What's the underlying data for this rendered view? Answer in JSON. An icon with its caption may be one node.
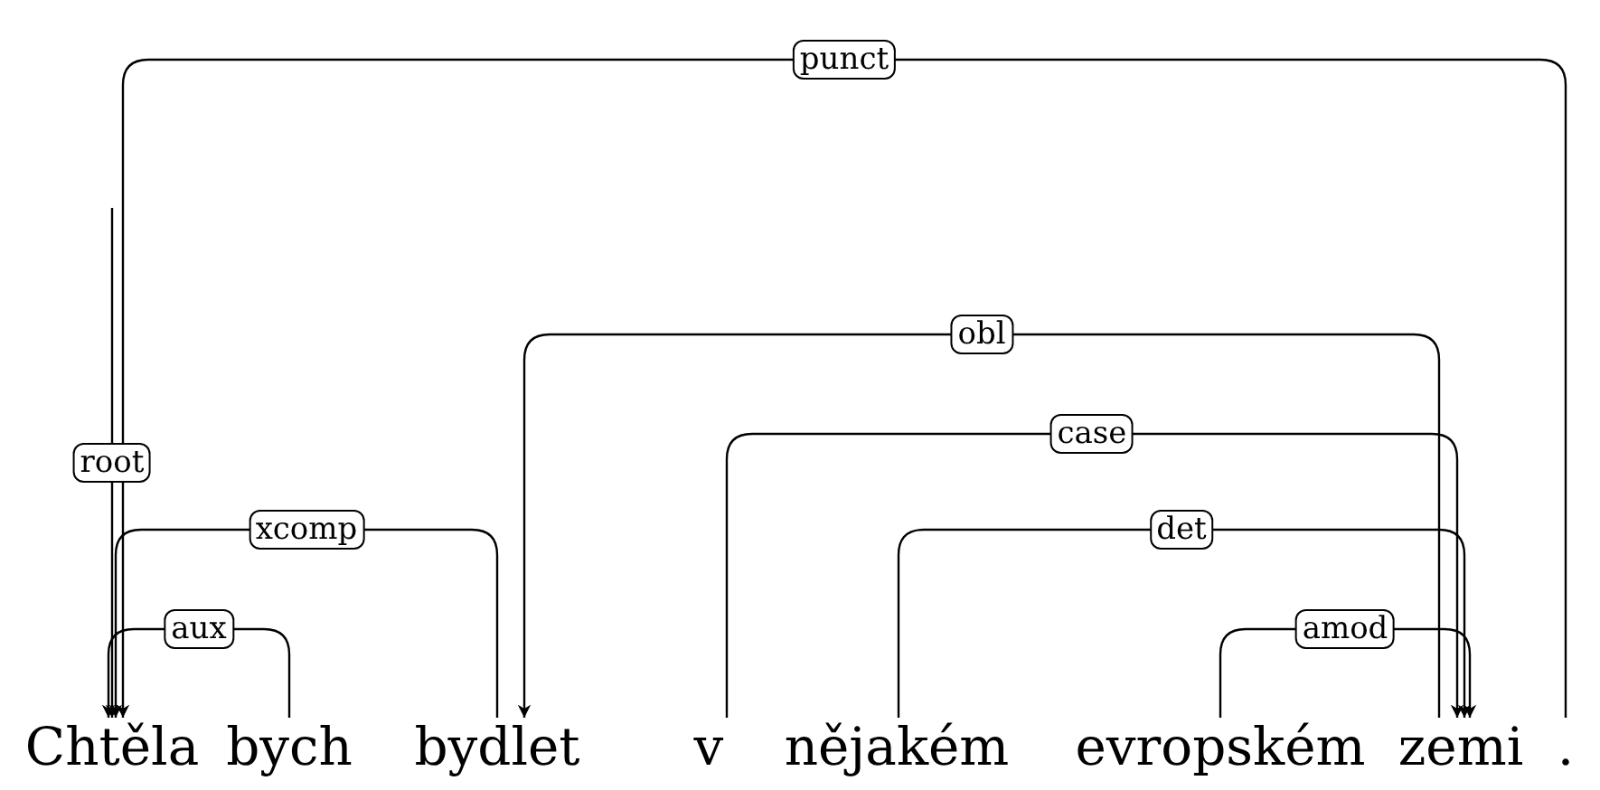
{
  "diagram": {
    "nodes": [
      {
        "text": [
          "Chtěla"
        ]
      },
      {
        "text": [
          "bych"
        ]
      },
      {
        "text": [
          "bydlet"
        ]
      },
      {
        "text": [
          "v"
        ]
      },
      {
        "text": [
          "nějakém"
        ]
      },
      {
        "text": [
          "evropském"
        ]
      },
      {
        "text": [
          "zemi"
        ]
      },
      {
        "text": [
          "."
        ]
      }
    ],
    "edges": [
      {
        "from": null,
        "to": 0,
        "arrow": "to",
        "label": "root"
      },
      {
        "from": 7,
        "to": 0,
        "arrow": "to",
        "label": "punct"
      },
      {
        "from": 6,
        "to": 2,
        "arrow": "to",
        "label": "obl"
      },
      {
        "from": 3,
        "to": 6,
        "arrow": "to",
        "label": "case"
      },
      {
        "from": 2,
        "to": 0,
        "arrow": "to",
        "label": "xcomp"
      },
      {
        "from": 4,
        "to": 6,
        "arrow": "to",
        "label": "det"
      },
      {
        "from": 1,
        "to": 0,
        "arrow": "to",
        "label": "aux"
      },
      {
        "from": 5,
        "to": 6,
        "arrow": "to",
        "label": "amod"
      }
    ]
  }
}
